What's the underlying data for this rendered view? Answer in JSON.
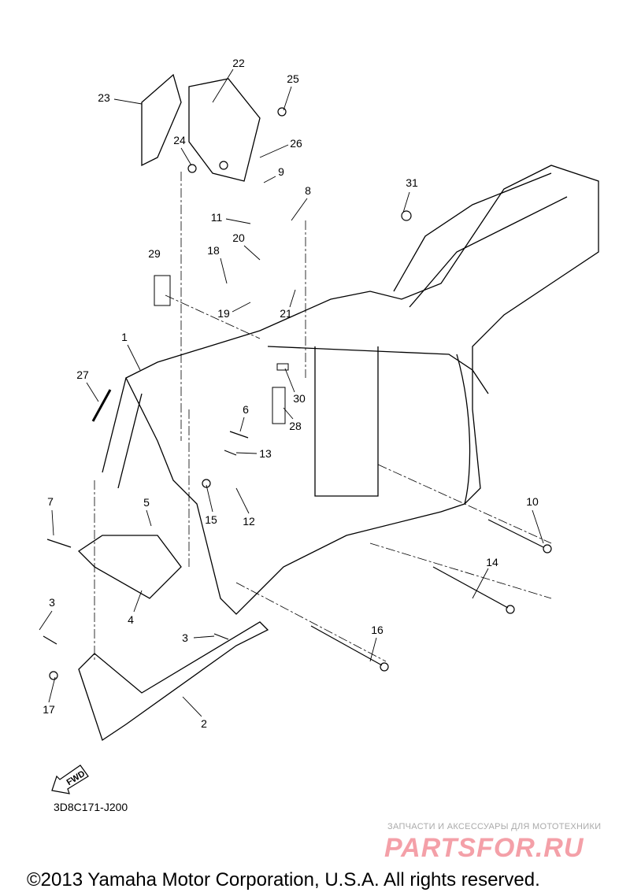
{
  "diagram": {
    "callouts": [
      "22",
      "23",
      "25",
      "24",
      "26",
      "9",
      "8",
      "31",
      "11",
      "20",
      "29",
      "18",
      "19",
      "21",
      "1",
      "27",
      "30",
      "6",
      "28",
      "13",
      "5",
      "7",
      "15",
      "12",
      "10",
      "14",
      "4",
      "3",
      "3",
      "16",
      "17",
      "2"
    ],
    "fwd_label": "FWD",
    "diagram_code": "3D8C171-J200"
  },
  "watermark": {
    "tagline": "ЗАПЧАСТИ И АКСЕССУАРЫ ДЛЯ МОТОТЕХНИКИ",
    "brand": "PARTSFOR.RU"
  },
  "footer": {
    "copyright": "©2013 Yamaha Motor Corporation, U.S.A. All rights reserved."
  }
}
